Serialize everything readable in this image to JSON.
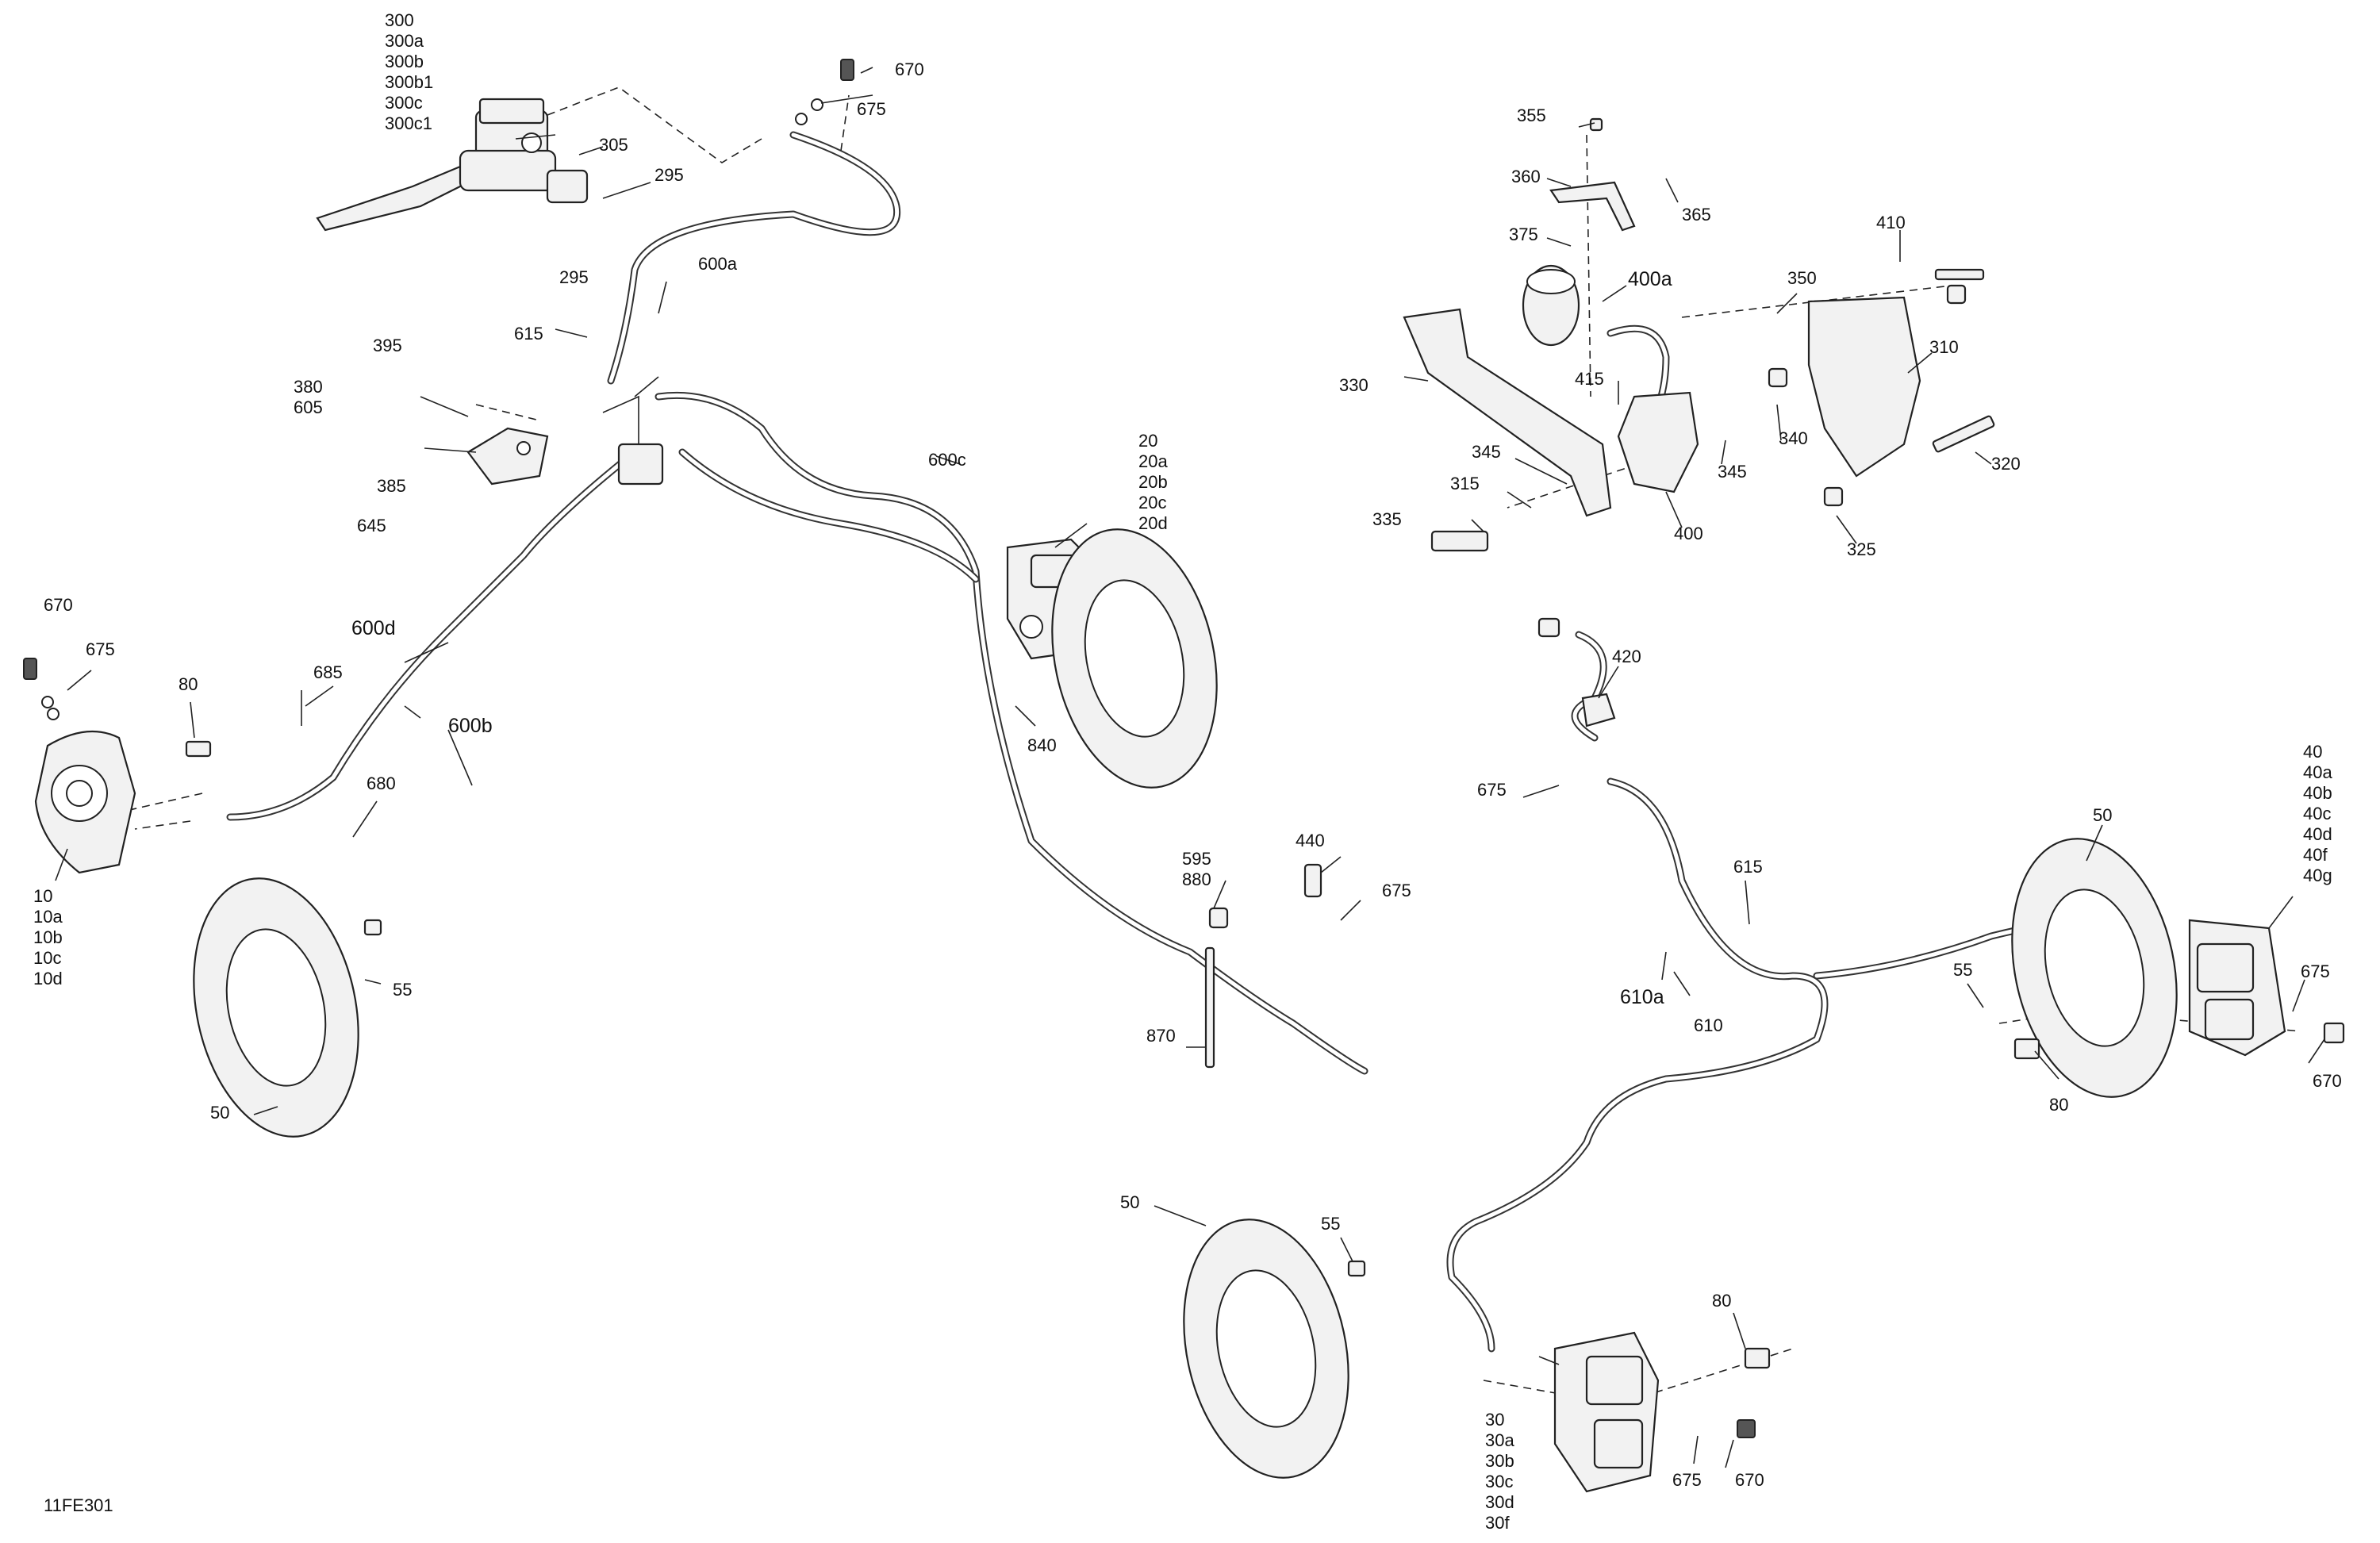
{
  "drawing_id": "11FE301",
  "callouts": {
    "front_left_caliper": [
      "10",
      "10a",
      "10b",
      "10c",
      "10d"
    ],
    "front_right_caliper": [
      "20",
      "20a",
      "20b",
      "20c",
      "20d"
    ],
    "rear_left_caliper": [
      "30",
      "30a",
      "30b",
      "30c",
      "30d",
      "30f"
    ],
    "rear_right_caliper": [
      "40",
      "40a",
      "40b",
      "40c",
      "40d",
      "40f",
      "40g"
    ],
    "master_cylinder": [
      "300",
      "300a",
      "300b",
      "300b1",
      "300c",
      "300c1"
    ],
    "c50": "50",
    "c55": "55",
    "c80": "80",
    "c295": "295",
    "c305": "305",
    "c310": "310",
    "c315": "315",
    "c320": "320",
    "c325": "325",
    "c330": "330",
    "c335": "335",
    "c340": "340",
    "c345": "345",
    "c350": "350",
    "c355": "355",
    "c360": "360",
    "c365": "365",
    "c375": "375",
    "c380_605": [
      "380",
      "605"
    ],
    "c385": "385",
    "c395": "395",
    "c400": "400",
    "c400a": "400a",
    "c410": "410",
    "c415": "415",
    "c420": "420",
    "c440": "440",
    "c595_880": [
      "595",
      "880"
    ],
    "c600a": "600a",
    "c600b": "600b",
    "c600c": "600c",
    "c600d": "600d",
    "c610": "610",
    "c610a": "610a",
    "c615": "615",
    "c645": "645",
    "c670": "670",
    "c675": "675",
    "c680": "680",
    "c685": "685",
    "c840": "840",
    "c870": "870"
  }
}
